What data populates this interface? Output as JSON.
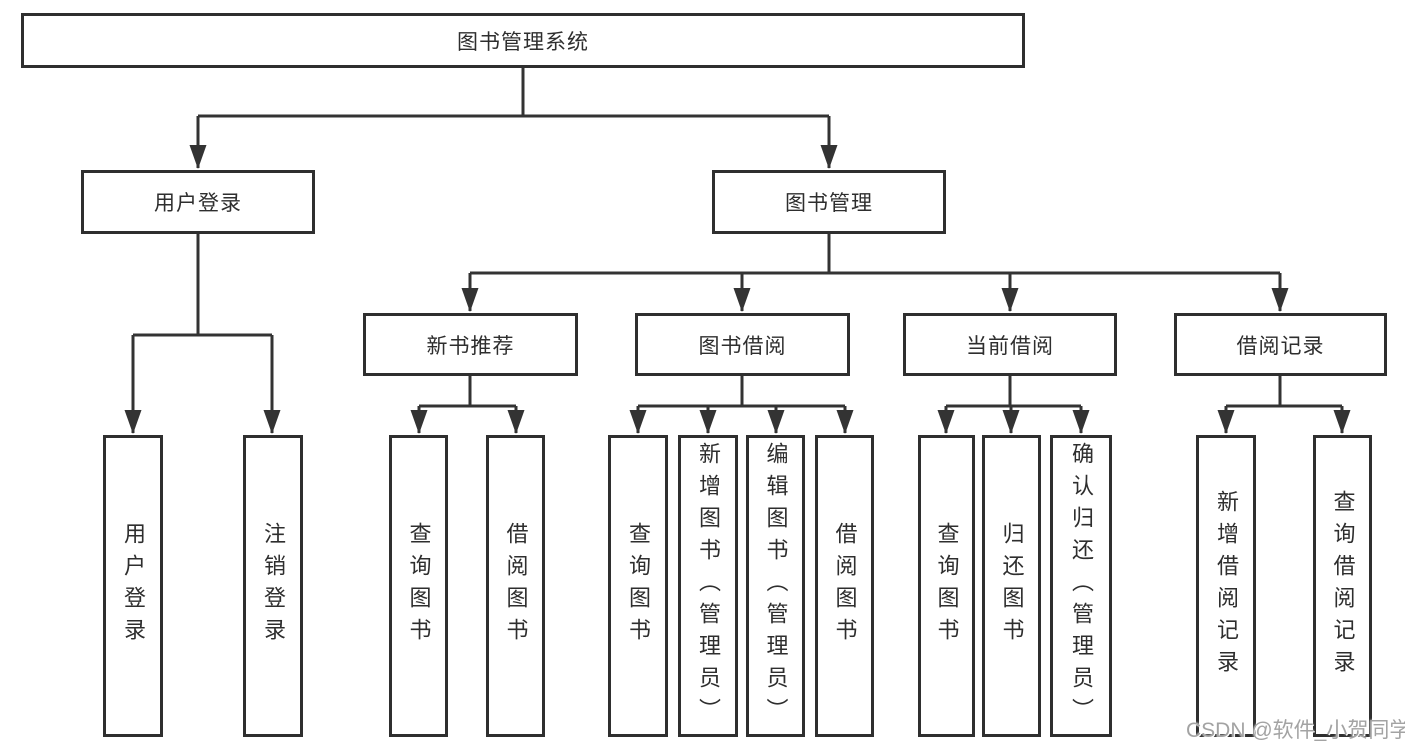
{
  "diagram_title": "图书管理系统",
  "nodes": {
    "root": {
      "label": "图书管理系统"
    },
    "userLogin": {
      "label": "用户登录",
      "parent": "图书管理系统"
    },
    "bookManagement": {
      "label": "图书管理",
      "parent": "图书管理系统"
    },
    "newBookRecommend": {
      "label": "新书推荐",
      "parent": "图书管理"
    },
    "bookBorrowing": {
      "label": "图书借阅",
      "parent": "图书管理"
    },
    "currentBorrowing": {
      "label": "当前借阅",
      "parent": "图书管理"
    },
    "borrowRecords": {
      "label": "借阅记录",
      "parent": "图书管理"
    },
    "leaves": [
      {
        "label": "用户登录",
        "parent": "用户登录"
      },
      {
        "label": "注销登录",
        "parent": "用户登录"
      },
      {
        "label": "查询图书",
        "parent": "新书推荐"
      },
      {
        "label": "借阅图书",
        "parent": "新书推荐"
      },
      {
        "label": "查询图书",
        "parent": "图书借阅"
      },
      {
        "label": "新增图书（管理员）",
        "parent": "图书借阅"
      },
      {
        "label": "编辑图书（管理员）",
        "parent": "图书借阅"
      },
      {
        "label": "借阅图书",
        "parent": "图书借阅"
      },
      {
        "label": "查询图书",
        "parent": "当前借阅"
      },
      {
        "label": "归还图书",
        "parent": "当前借阅"
      },
      {
        "label": "确认归还（管理员）",
        "parent": "当前借阅"
      },
      {
        "label": "新增借阅记录",
        "parent": "借阅记录"
      },
      {
        "label": "查询借阅记录",
        "parent": "借阅记录"
      }
    ]
  },
  "hierarchy": {
    "图书管理系统": [
      "用户登录",
      "图书管理"
    ],
    "用户登录": [
      "用户登录",
      "注销登录"
    ],
    "图书管理": [
      "新书推荐",
      "图书借阅",
      "当前借阅",
      "借阅记录"
    ],
    "新书推荐": [
      "查询图书",
      "借阅图书"
    ],
    "图书借阅": [
      "查询图书",
      "新增图书（管理员）",
      "编辑图书（管理员）",
      "借阅图书"
    ],
    "当前借阅": [
      "查询图书",
      "归还图书",
      "确认归还（管理员）"
    ],
    "借阅记录": [
      "新增借阅记录",
      "查询借阅记录"
    ]
  },
  "watermark": {
    "text": "CSDN @软件_小贺同学"
  },
  "colors": {
    "line": "#333333",
    "box-border": "#2f2f2f",
    "box-bg": "#ffffff",
    "text": "#2e2e2e",
    "watermark": "#a3a3a3"
  }
}
